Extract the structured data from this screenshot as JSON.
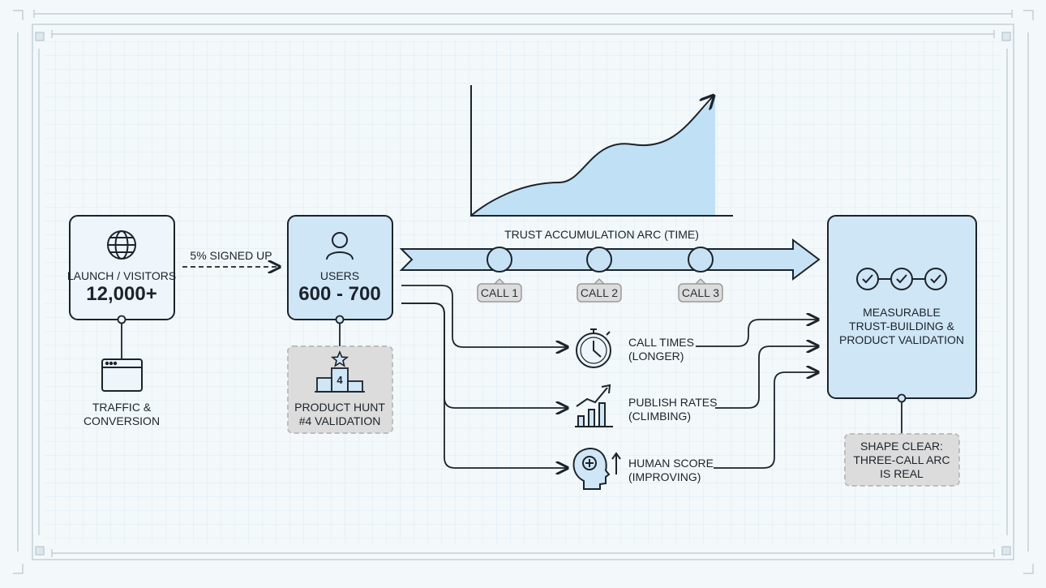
{
  "chart": {
    "label": "TRUST ACCUMULATION ARC (TIME)",
    "calls": [
      "CALL 1",
      "CALL 2",
      "CALL 3"
    ]
  },
  "launch": {
    "label": "LAUNCH / VISITORS",
    "value": "12,000+"
  },
  "traffic": {
    "line1": "TRAFFIC &",
    "line2": "CONVERSION"
  },
  "signed_up": "5% SIGNED UP",
  "users": {
    "label": "USERS",
    "value": "600 - 700"
  },
  "product_hunt": {
    "badge": "4",
    "line1": "PRODUCT HUNT",
    "line2": "#4 VALIDATION"
  },
  "metrics": [
    {
      "icon": "stopwatch-icon",
      "line1": "CALL TIMES",
      "line2": "(LONGER)"
    },
    {
      "icon": "rising-chart-icon",
      "line1": "PUBLISH RATES",
      "line2": "(CLIMBING)"
    },
    {
      "icon": "human-head-plus-icon",
      "line1": "HUMAN SCORE",
      "line2": "(IMPROVING)"
    }
  ],
  "result": {
    "line1": "MEASURABLE",
    "line2": "TRUST-BUILDING &",
    "line3": "PRODUCT VALIDATION"
  },
  "shape": {
    "line1": "SHAPE CLEAR:",
    "line2": "THREE-CALL ARC",
    "line3": "IS REAL"
  },
  "colors": {
    "accent_blue": "#cfe6f6",
    "line": "#1c232b",
    "pill_grey": "#dcdcdc"
  }
}
